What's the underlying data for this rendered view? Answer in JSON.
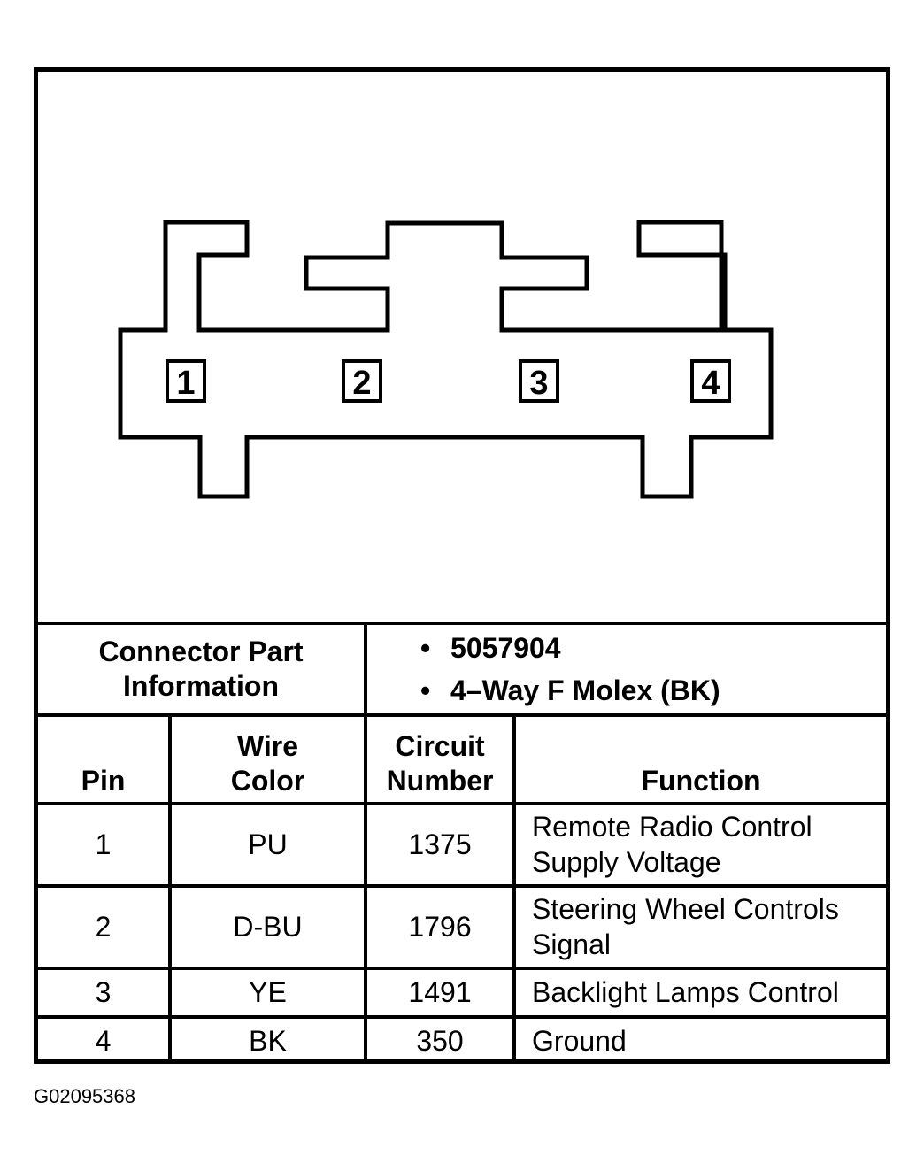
{
  "connector": {
    "pins": [
      "1",
      "2",
      "3",
      "4"
    ]
  },
  "part_info": {
    "label_line1": "Connector Part",
    "label_line2": "Information",
    "bullet": "•",
    "items": [
      "5057904",
      "4–Way F Molex (BK)"
    ]
  },
  "table": {
    "headers": {
      "pin": "Pin",
      "wire_color_1": "Wire",
      "wire_color_2": "Color",
      "circuit_1": "Circuit",
      "circuit_2": "Number",
      "function": "Function"
    },
    "rows": [
      {
        "pin": "1",
        "wire_color": "PU",
        "circuit": "1375",
        "function_1": "Remote Radio Control",
        "function_2": "Supply Voltage"
      },
      {
        "pin": "2",
        "wire_color": "D-BU",
        "circuit": "1796",
        "function_1": "Steering Wheel Controls",
        "function_2": "Signal"
      },
      {
        "pin": "3",
        "wire_color": "YE",
        "circuit": "1491",
        "function_1": "Backlight Lamps Control",
        "function_2": ""
      },
      {
        "pin": "4",
        "wire_color": "BK",
        "circuit": "350",
        "function_1": "Ground",
        "function_2": ""
      }
    ]
  },
  "figure_id": "G02095368"
}
